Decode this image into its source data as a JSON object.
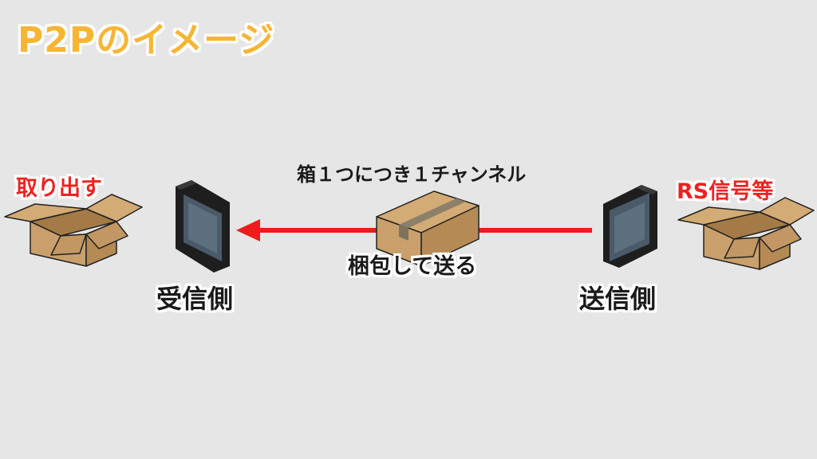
{
  "title": "P2Pのイメージ",
  "left": {
    "box_label": "取り出す",
    "device_label": "受信側"
  },
  "right": {
    "box_label": "RS信号等",
    "device_label": "送信側"
  },
  "center": {
    "note": "箱１つにつき１チャンネル",
    "action": "梱包して送る"
  },
  "colors": {
    "background": "#e6e6e6",
    "title": "#f7b534",
    "arrow": "#ee1c1c",
    "box": "#c9a06b",
    "label_red": "#ee2222"
  },
  "icons": [
    "open-box-icon",
    "closed-box-icon",
    "monitor-icon",
    "arrow-left-icon"
  ]
}
